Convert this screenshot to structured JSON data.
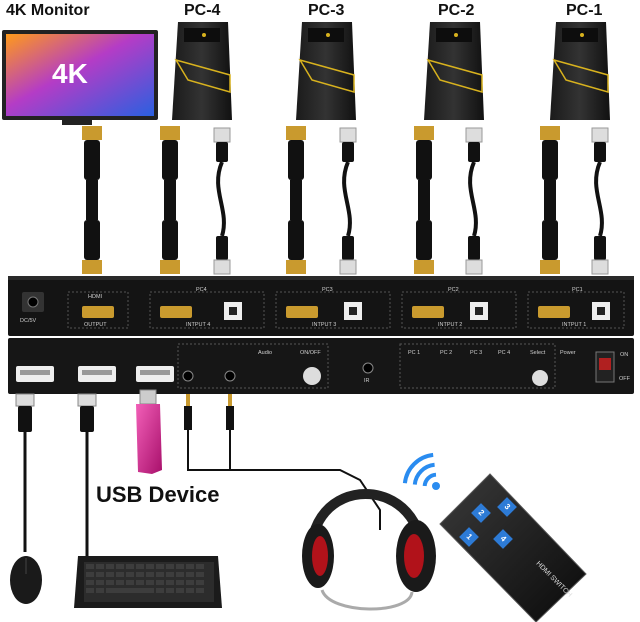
{
  "header": {
    "monitor_label": "4K Monitor",
    "monitor_screen_text": "4K",
    "pcs": [
      "PC-4",
      "PC-3",
      "PC-2",
      "PC-1"
    ]
  },
  "front_panel": {
    "power_label": "DC/5V",
    "hdmi_label": "HDMI",
    "output_label": "OUTPUT",
    "port_groups": [
      {
        "title": "PC4",
        "input": "INTPUT 4"
      },
      {
        "title": "PC3",
        "input": "INTPUT 3"
      },
      {
        "title": "PC2",
        "input": "INTPUT 2"
      },
      {
        "title": "PC1",
        "input": "INTPUT 1"
      }
    ]
  },
  "back_panel": {
    "audio_label": "Audio",
    "onoff_label": "ON/OFF",
    "ir_label": "IR",
    "pc_indicators": [
      "PC 1",
      "PC 2",
      "PC 3",
      "PC 4"
    ],
    "select_label": "Select",
    "power_label": "Power",
    "switch_on": "ON",
    "switch_off": "OFF"
  },
  "peripherals": {
    "usb_device_label": "USB Device",
    "remote_label": "HDMI SWITCH",
    "remote_buttons": [
      "1",
      "2",
      "3",
      "4"
    ]
  },
  "colors": {
    "case_accent": "#d8b21e",
    "hdmi_gold": "#c99a2e",
    "panel": "#141414",
    "remote_button": "#2d7bd6",
    "wifi_blue": "#2a8cf0",
    "usb_stick": "#d6288f"
  }
}
